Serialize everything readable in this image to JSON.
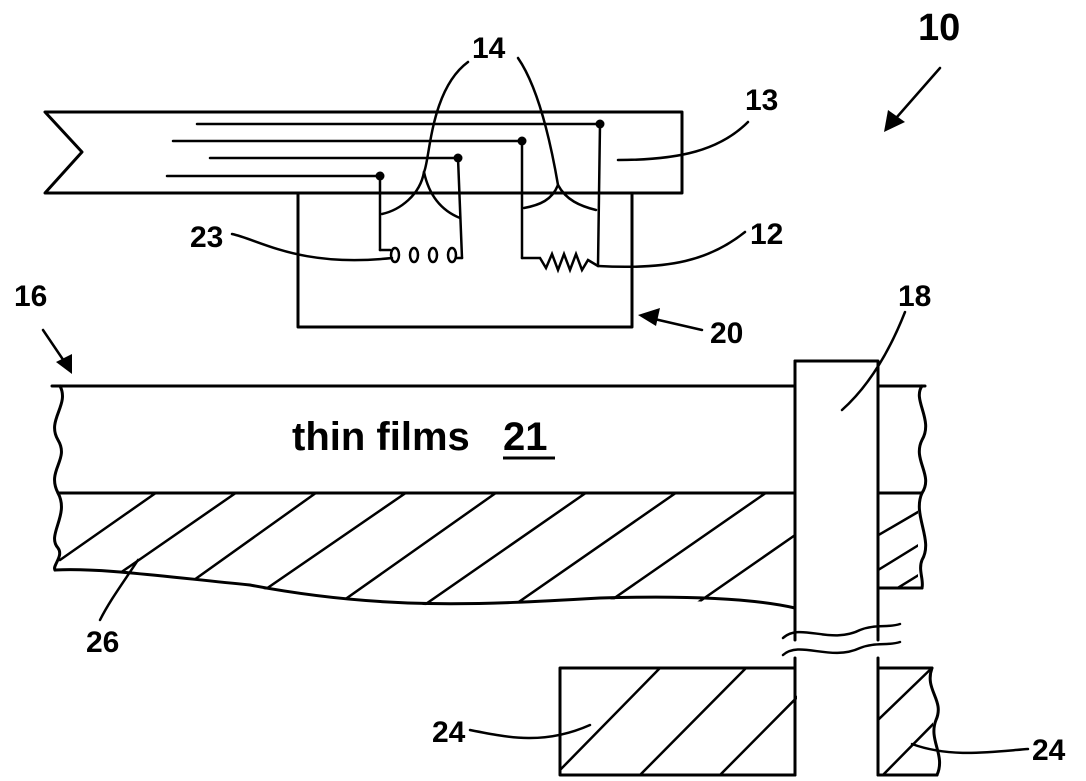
{
  "figure": {
    "ref_numerals": {
      "assembly": "10",
      "substrate_plate": "13",
      "leads": "14",
      "heater": "12",
      "sensor": "23",
      "head": "20",
      "film_stack_arrow": "16",
      "post": "18",
      "base_left": "24",
      "base_right": "24",
      "hatched_layer": "26"
    },
    "film_text": "thin films",
    "film_numeral": "21"
  }
}
